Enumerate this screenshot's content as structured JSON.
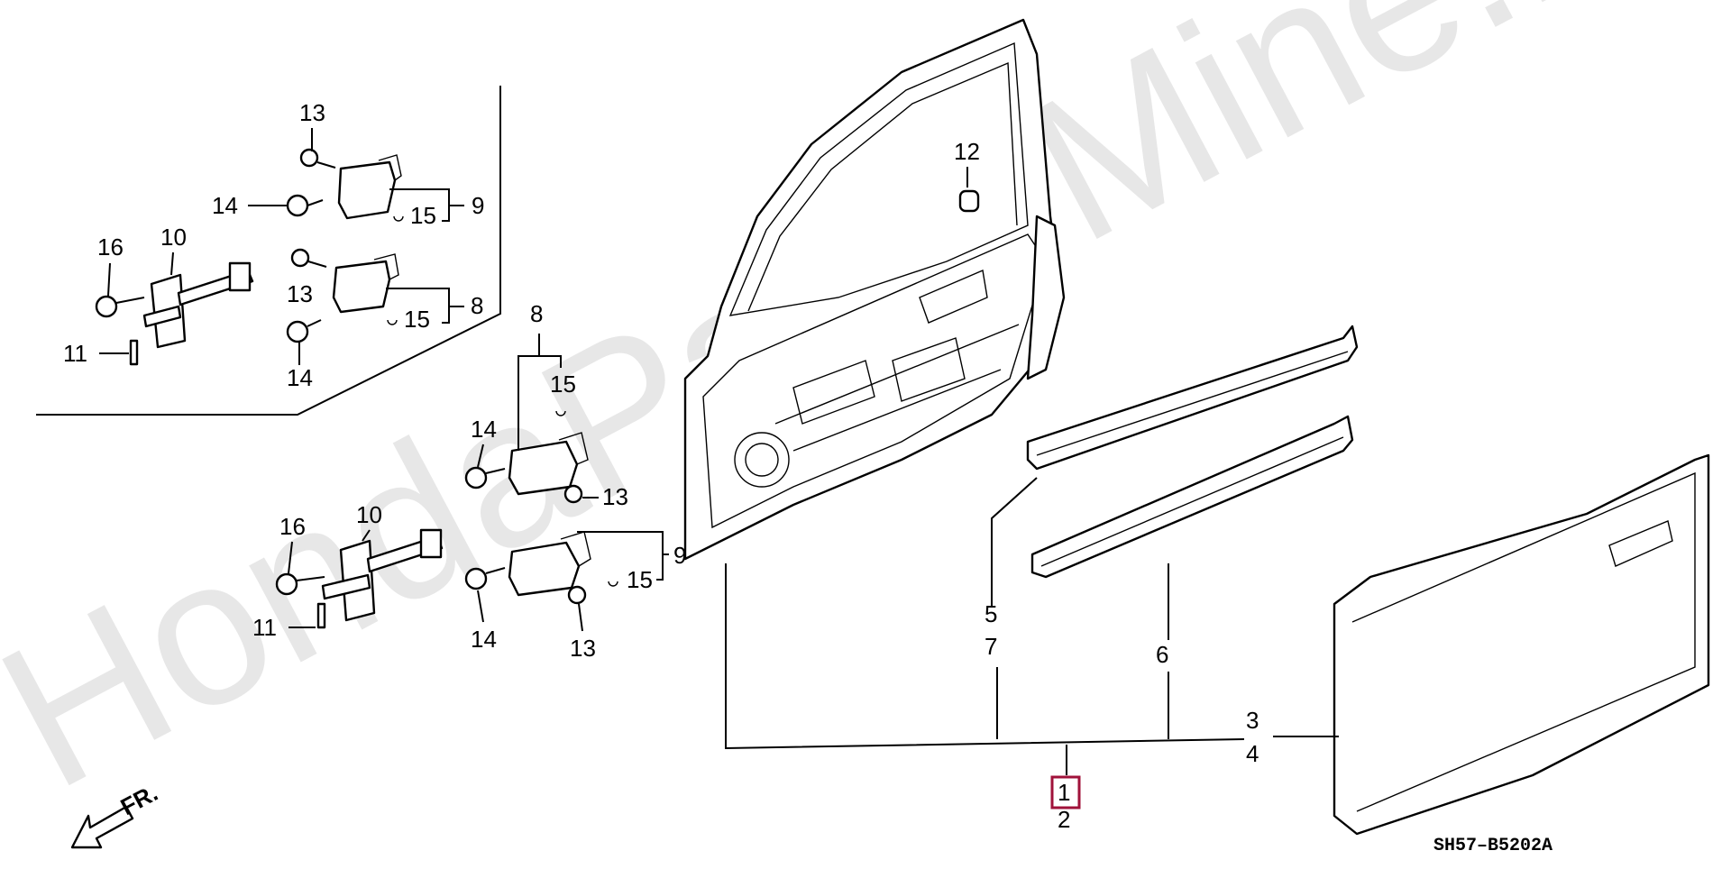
{
  "watermark": "HondaParts-Mine.ru",
  "diagram_code": "SH57–B5202A",
  "direction_label": "FR.",
  "highlight_color": "#a0123a",
  "parts": {
    "p1": "1",
    "p2": "2",
    "p3": "3",
    "p4": "4",
    "p5": "5",
    "p6": "6",
    "p7": "7",
    "p8": "8",
    "p9": "9",
    "p10": "10",
    "p11": "11",
    "p12": "12",
    "p13": "13",
    "p14": "14",
    "p15": "15",
    "p16": "16"
  }
}
